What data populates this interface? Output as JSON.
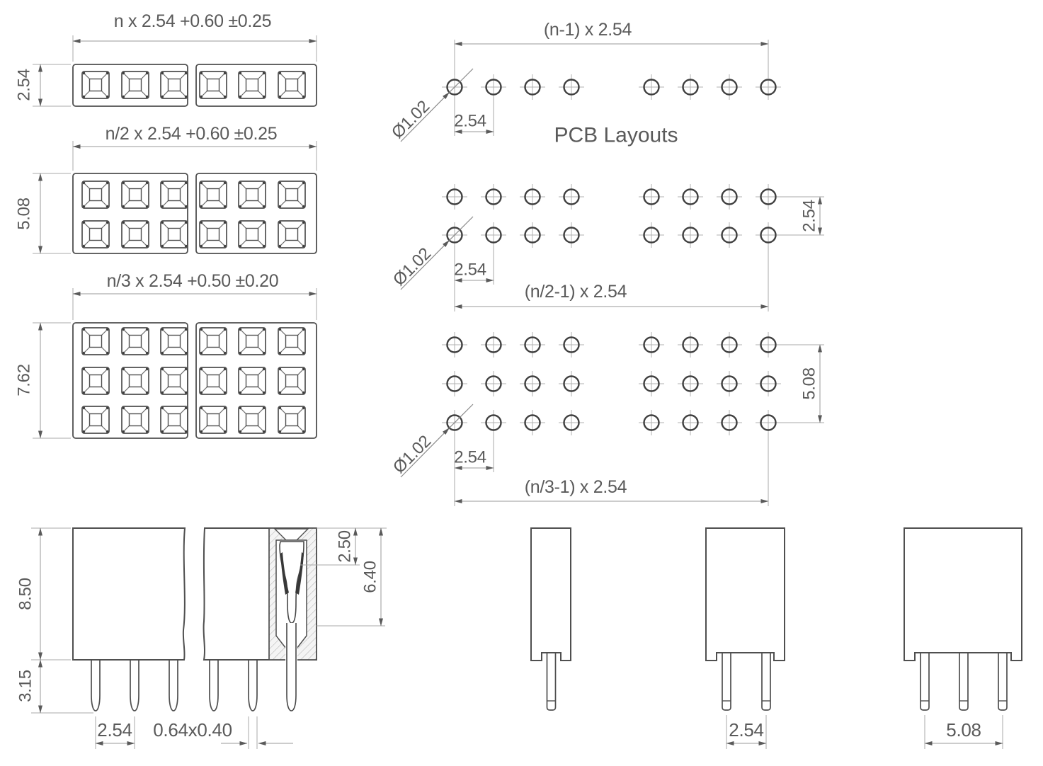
{
  "title": "PCB Layouts",
  "colors": {
    "object_line": "#4f4f4f",
    "dimension_line": "#9a9a9a",
    "crosshair": "#b0b0b0",
    "text": "#5a5a5a",
    "background": "#ffffff"
  },
  "top_views": [
    {
      "name": "single-row-header",
      "width_label": "n x 2.54 +0.60 ±0.25",
      "height_label": "2.54"
    },
    {
      "name": "dual-row-header",
      "width_label": "n/2 x 2.54 +0.60 ±0.25",
      "height_label": "5.08"
    },
    {
      "name": "triple-row-header",
      "width_label": "n/3 x 2.54 +0.50 ±0.20",
      "height_label": "7.62"
    }
  ],
  "pcb_layouts": [
    {
      "name": "single-row-layout",
      "span_label": "(n-1) x 2.54",
      "hole_diameter_label": "Ø1.02",
      "pitch_label": "2.54"
    },
    {
      "name": "dual-row-layout",
      "span_label": "(n/2-1) x 2.54",
      "hole_diameter_label": "Ø1.02",
      "pitch_label": "2.54",
      "row_pitch_label": "2.54"
    },
    {
      "name": "triple-row-layout",
      "span_label": "(n/3-1) x 2.54",
      "hole_diameter_label": "Ø1.02",
      "pitch_label": "2.54",
      "row_pitch_label": "5.08"
    }
  ],
  "side_view": {
    "body_height_label": "8.50",
    "pin_protrusion_label": "3.15",
    "pin_pitch_label": "2.54",
    "pin_cross_section_label": "0.64x0.40",
    "contact_entry_depth_label": "2.50",
    "contact_depth_label": "6.40"
  },
  "end_views": {
    "dual_row_pitch_label": "2.54",
    "triple_row_pitch_label": "5.08"
  }
}
